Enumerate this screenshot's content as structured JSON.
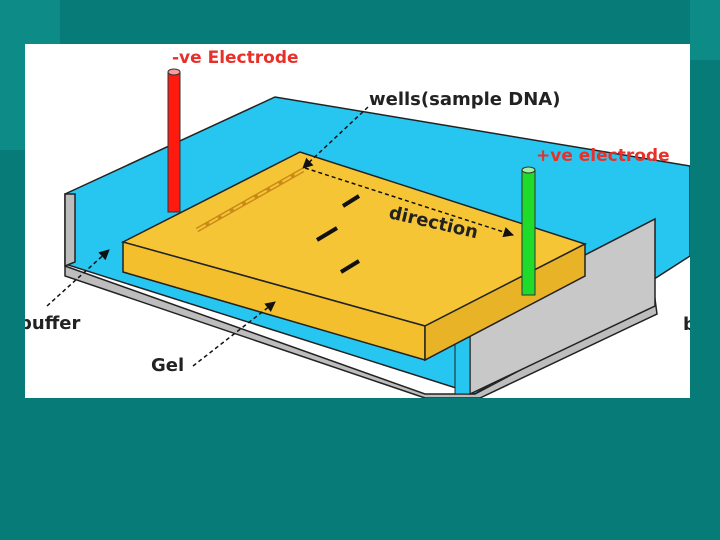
{
  "labels": {
    "neg_electrode": "-ve Electrode",
    "wells": "wells(sample DNA)",
    "pos_electrode": "+ve electrode",
    "direction": "direction",
    "buffer": "buffer",
    "gel": "Gel",
    "edge_letter": "b"
  },
  "colors": {
    "background": "#067b78",
    "buffer": "#27c6f0",
    "gel": "#f6c535",
    "tray": "#bdbdbd",
    "neg_label": "#e8302a",
    "pos_label": "#e8302a",
    "neg_electrode": "#ff1a10",
    "pos_electrode": "#1fdc2a"
  }
}
